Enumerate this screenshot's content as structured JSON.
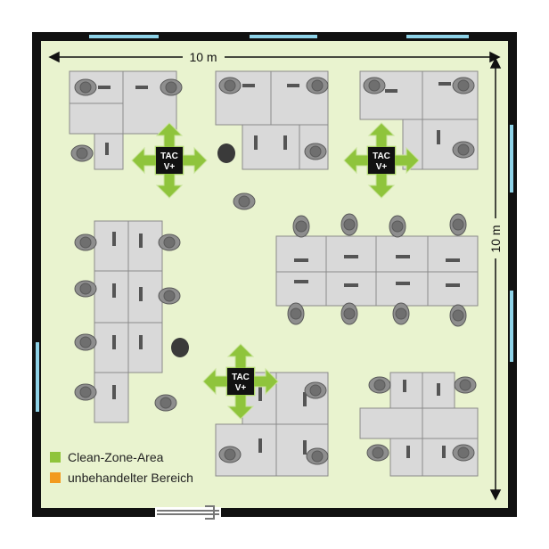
{
  "dimensions": {
    "width_label": "10 m",
    "height_label": "10 m"
  },
  "units": [
    {
      "label_line1": "TAC",
      "label_line2": "V+"
    },
    {
      "label_line1": "TAC",
      "label_line2": "V+"
    },
    {
      "label_line1": "TAC",
      "label_line2": "V+"
    }
  ],
  "legend": [
    {
      "label": "Clean-Zone-Area",
      "color": "#8fc43c"
    },
    {
      "label": "unbehandelter Bereich",
      "color": "#f29a1f"
    }
  ],
  "colors": {
    "floor": "#e9f3cf",
    "wall": "#111111",
    "window": "#8fd3e8",
    "desk": "#d9d9d9",
    "desk_stroke": "#8a8a8a",
    "person": "#8e8e8e",
    "arrow": "#8fc43c"
  }
}
